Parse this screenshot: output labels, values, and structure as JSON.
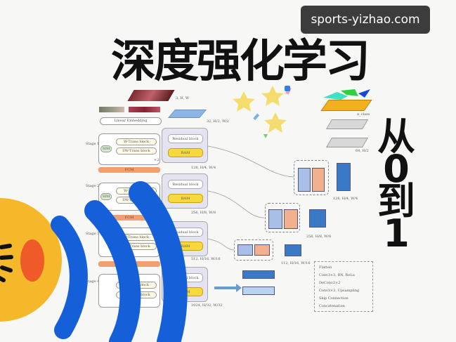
{
  "watermark": "sports-yizhao.com",
  "title": "深度强化学习",
  "vertical_text": [
    "从",
    "0",
    "到",
    "1"
  ],
  "diagram": {
    "input_label": "3, H, W",
    "linear_embedding": "Linear Embedding",
    "stages": [
      "Stage 1",
      "Stage 2",
      "Stage 3",
      "Stage 4"
    ],
    "w_trans": "W-Trans block",
    "sw_trans": "SW-Trans block",
    "sim": "SIM",
    "fcm": "FCM",
    "repeat": "×2",
    "residual": "Residual block",
    "ram": "RAM",
    "enc_labels": [
      "32, H/2, W/2",
      "128, H/4, W/4",
      "256, H/8, W/8",
      "512, H/16, W/16",
      "1024, H/32, W/32"
    ],
    "dec_labels": [
      "n_class",
      "64, H/2",
      "128, H/4, W/4",
      "256, H/8, W/8",
      "112, H/16, W/16"
    ],
    "legend": [
      "Flatten",
      "Conv3×3, BN, ReLu",
      "DeConv2×2",
      "Conv3×3, Upsampling",
      "Skip Connection",
      "Concatenation"
    ]
  },
  "colors": {
    "arc_blue": "#1560d8",
    "emoji_yellow": "#f4b82a",
    "cheek": "#f05a28",
    "ram": "#f8d840",
    "fcm": "#f0a070"
  }
}
